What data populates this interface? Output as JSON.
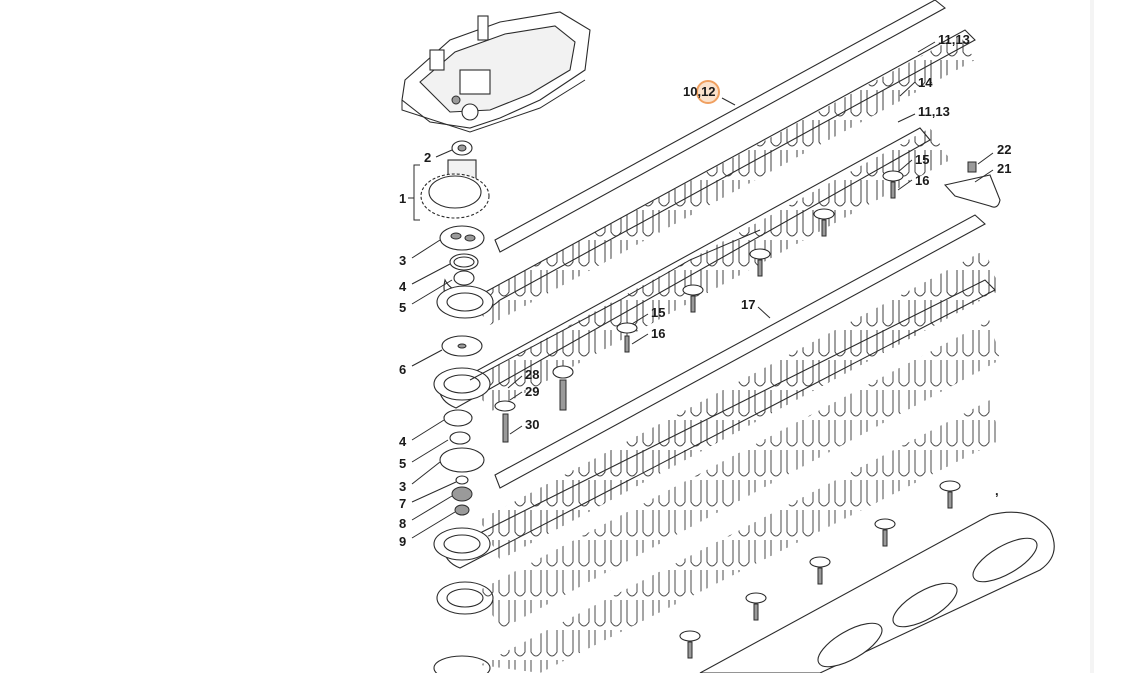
{
  "diagram": {
    "labels": {
      "l1": "1",
      "l2": "2",
      "l3a": "3",
      "l4a": "4",
      "l5a": "5",
      "l6": "6",
      "l4b": "4",
      "l5b": "5",
      "l3b": "3",
      "l7": "7",
      "l8": "8",
      "l9": "9",
      "l1012": "10,12",
      "l1113a": "11,13",
      "l14": "14",
      "l1113b": "11,13",
      "l15a": "15",
      "l16a": "16",
      "l22": "22",
      "l21": "21",
      "l15b": "15",
      "l16b": "16",
      "l17": "17",
      "l28": "28",
      "l29": "29",
      "l30": "30",
      "lcomma": ","
    },
    "highlight": {
      "label": "10,12",
      "color": "#f0a060"
    }
  }
}
